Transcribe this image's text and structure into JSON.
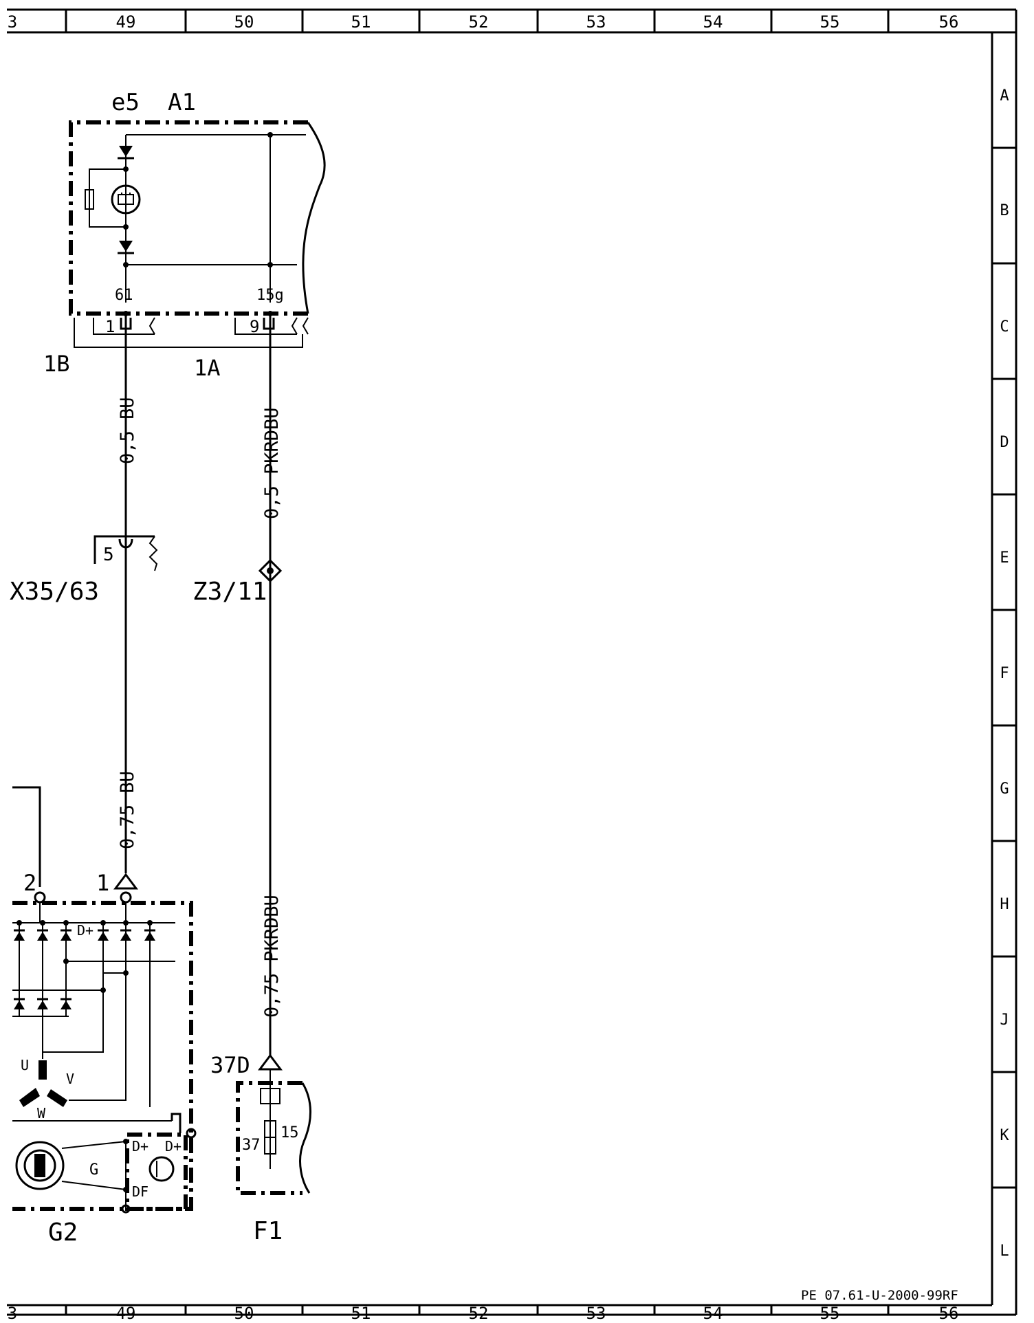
{
  "frame": {
    "columns": [
      "3",
      "49",
      "50",
      "51",
      "52",
      "53",
      "54",
      "55",
      "56"
    ],
    "rows": [
      "A",
      "B",
      "C",
      "D",
      "E",
      "F",
      "G",
      "H",
      "J",
      "K",
      "L"
    ],
    "document_code": "PE 07.61-U-2000-99RF"
  },
  "components": {
    "e5_ref": "e5",
    "a1_ref": "A1",
    "pin_61": "61",
    "pin_15g": "15g",
    "conn_pin_1": "1",
    "conn_pin_9": "9",
    "conn_1b": "1B",
    "conn_1a": "1A",
    "x35_pin": "5",
    "x35_ref": "X35/63",
    "z3_ref": "Z3/11",
    "g2_pin_2": "2",
    "g2_pin_1": "1",
    "d_plus": "D+",
    "phase_u": "U",
    "phase_v": "V",
    "phase_w": "W",
    "g_label": "G",
    "df_label": "DF",
    "g2_ref": "G2",
    "f1_pin_37d": "37D",
    "f1_fuse_37": "37",
    "f1_fuse_15": "15",
    "f1_ref": "F1"
  },
  "wires": {
    "w1": "0,5 BU",
    "w2": "0,5 PKRDBU",
    "w3": "0,75 BU",
    "w4": "0,75 PKRDBU"
  }
}
